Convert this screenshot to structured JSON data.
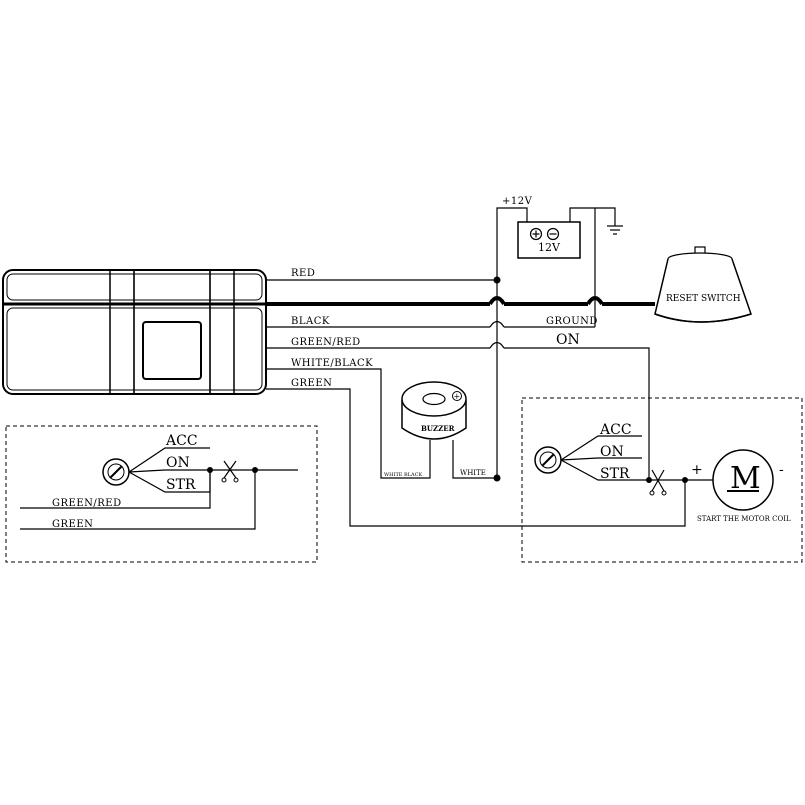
{
  "wires": {
    "red": "RED",
    "black": "BLACK",
    "green_red": "GREEN/RED",
    "white_black": "WHITE/BLACK",
    "green": "GREEN",
    "ground": "GROUND",
    "on": "ON",
    "white": "WHITE",
    "white_black_small": "WHITE BLACK"
  },
  "battery": {
    "supply": "+12V",
    "plus": "+",
    "minus": "−",
    "voltage": "12V"
  },
  "reset_switch": {
    "label": "RESET SWITCH"
  },
  "buzzer": {
    "label": "BUZZER",
    "plus": "+"
  },
  "left_inset": {
    "acc": "ACC",
    "on": "ON",
    "str": "STR",
    "green_red": "GREEN/RED",
    "green": "GREEN"
  },
  "right_inset": {
    "acc": "ACC",
    "on": "ON",
    "str": "STR",
    "plus": "+",
    "minus": "-",
    "motor": "M",
    "motor_caption": "START THE MOTOR COIL"
  }
}
